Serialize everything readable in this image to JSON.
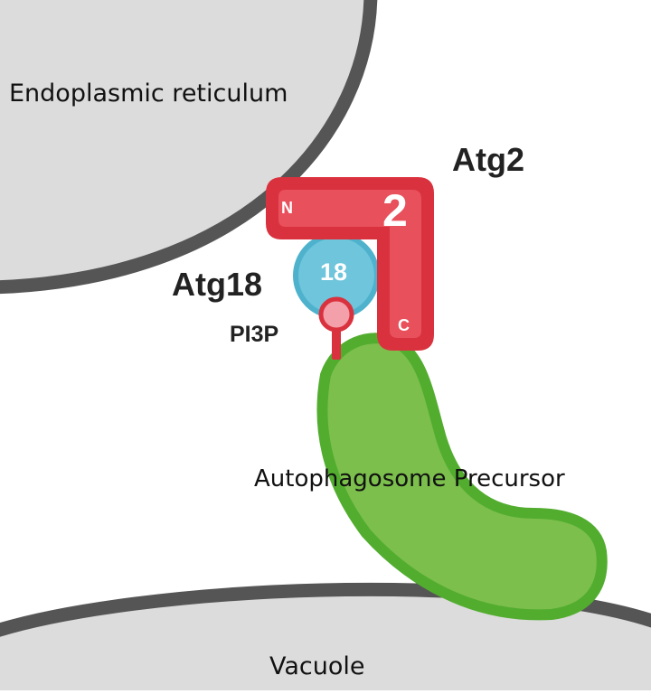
{
  "labels": {
    "er": "Endoplasmic reticulum",
    "atg2": "Atg2",
    "atg2_n": "N",
    "atg2_c": "C",
    "atg2_number": "2",
    "atg18": "Atg18",
    "atg18_number": "18",
    "pi3p": "PI3P",
    "autophagosome": "Autophagosome Precursor",
    "vacuole": "Vacuole"
  },
  "colors": {
    "organelle_fill": "#dcdcdc",
    "organelle_edge": "#555555",
    "atg2_fill": "#e8505b",
    "atg2_edge": "#d9323e",
    "atg18_fill": "#6ec5dc",
    "atg18_edge": "#4fb2cd",
    "pi3p_fill": "#f3a0aa",
    "pi3p_edge": "#d9323e",
    "precursor_fill": "#7cbf4c",
    "precursor_edge": "#52ad2f"
  }
}
